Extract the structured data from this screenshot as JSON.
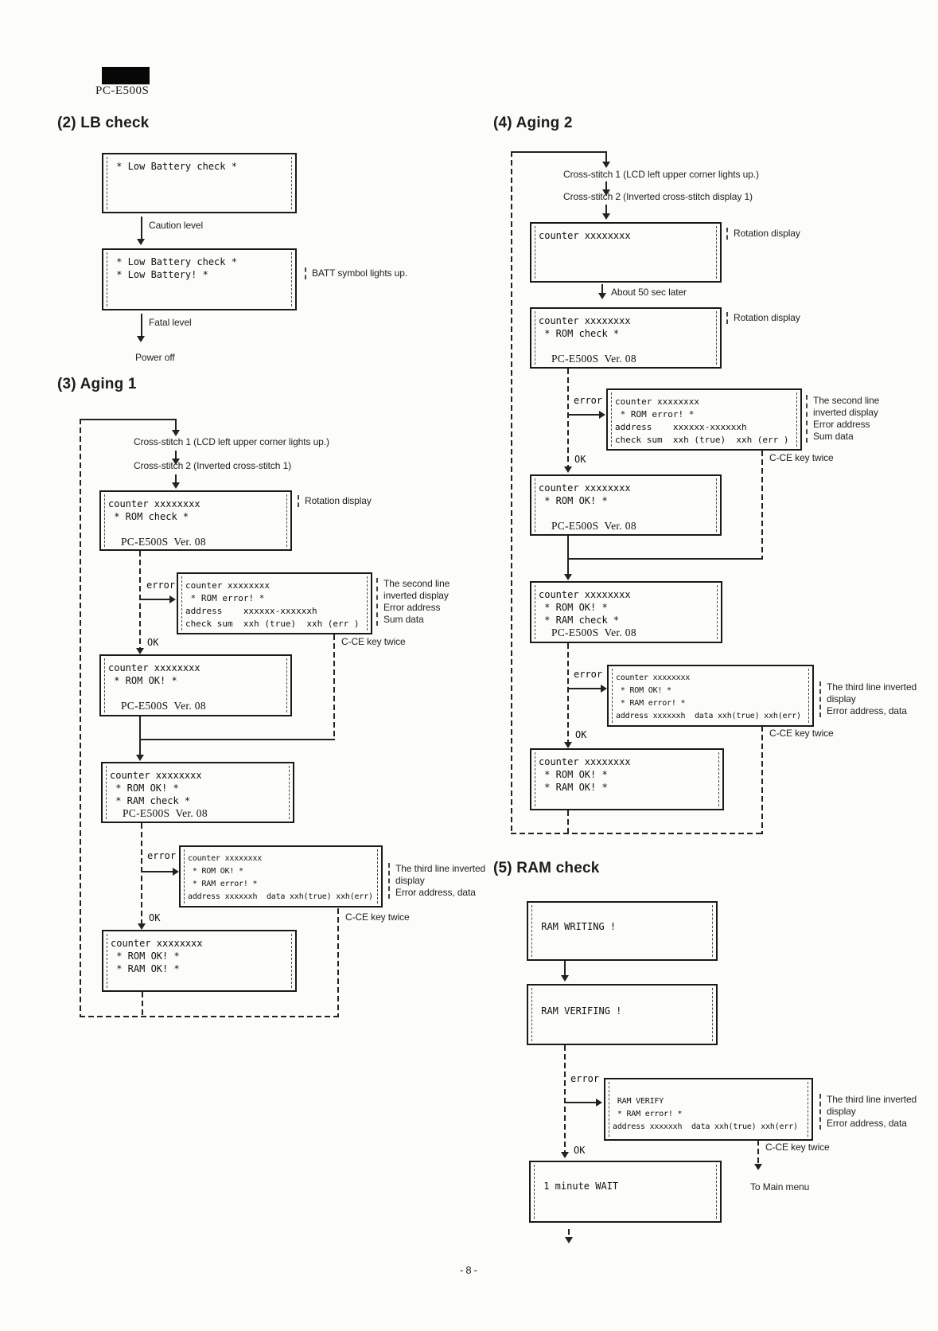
{
  "page": {
    "model_label": "PC-E500S",
    "page_number": "-8-"
  },
  "common": {
    "counter_line": "counter xxxxxxxx",
    "rom_check_line": " * ROM check *",
    "version_line": "PC-E500S  Ver. 08",
    "rom_error_line": " * ROM error! *",
    "rom_addr_line": "address    xxxxxx-xxxxxxh",
    "checksum_line": "check sum  xxh (true)  xxh (err )",
    "rom_ok_line": " * ROM OK! *",
    "ram_check_line": " * RAM check *",
    "ram_error_line": " * RAM error! *",
    "ram_addr_line": "address xxxxxxh  data xxh(true) xxh(err)",
    "ram_ok_line": " * RAM OK! *",
    "error_label": "error",
    "ok_label": "OK",
    "cce_note": "C-CE key twice",
    "rotation_note": "Rotation display",
    "note_second": [
      "The second line",
      "inverted display",
      "Error address",
      "Sum data"
    ],
    "note_third": [
      "The third line inverted",
      "display",
      "Error address, data"
    ]
  },
  "lb_check": {
    "title": "(2) LB check",
    "screen1_line1": " * Low Battery check *",
    "caution_label": "Caution level",
    "screen2_line1": " * Low Battery check *",
    "screen2_line2": " * Low Battery! *",
    "batt_note": "BATT symbol lights up.",
    "fatal_label": "Fatal level",
    "power_off_label": "Power off"
  },
  "aging1": {
    "title": "(3) Aging 1",
    "cross1_label": "Cross-stitch 1 (LCD left upper corner lights up.)",
    "cross2_label": "Cross-stitch 2 (Inverted cross-stitch 1)"
  },
  "aging2": {
    "title": "(4) Aging 2",
    "cross1_label": "Cross-stitch 1 (LCD left upper corner lights up.)",
    "cross2_label": "Cross-stitch 2 (Inverted cross-stitch display 1)",
    "wait_label": "About 50 sec later"
  },
  "ram_check": {
    "title": "(5) RAM check",
    "writing_line": " RAM WRITING !",
    "verifing_line": " RAM VERIFING !",
    "verify_line": " RAM VERIFY",
    "to_main_menu": "To Main menu",
    "wait_line": " 1 minute WAIT"
  }
}
